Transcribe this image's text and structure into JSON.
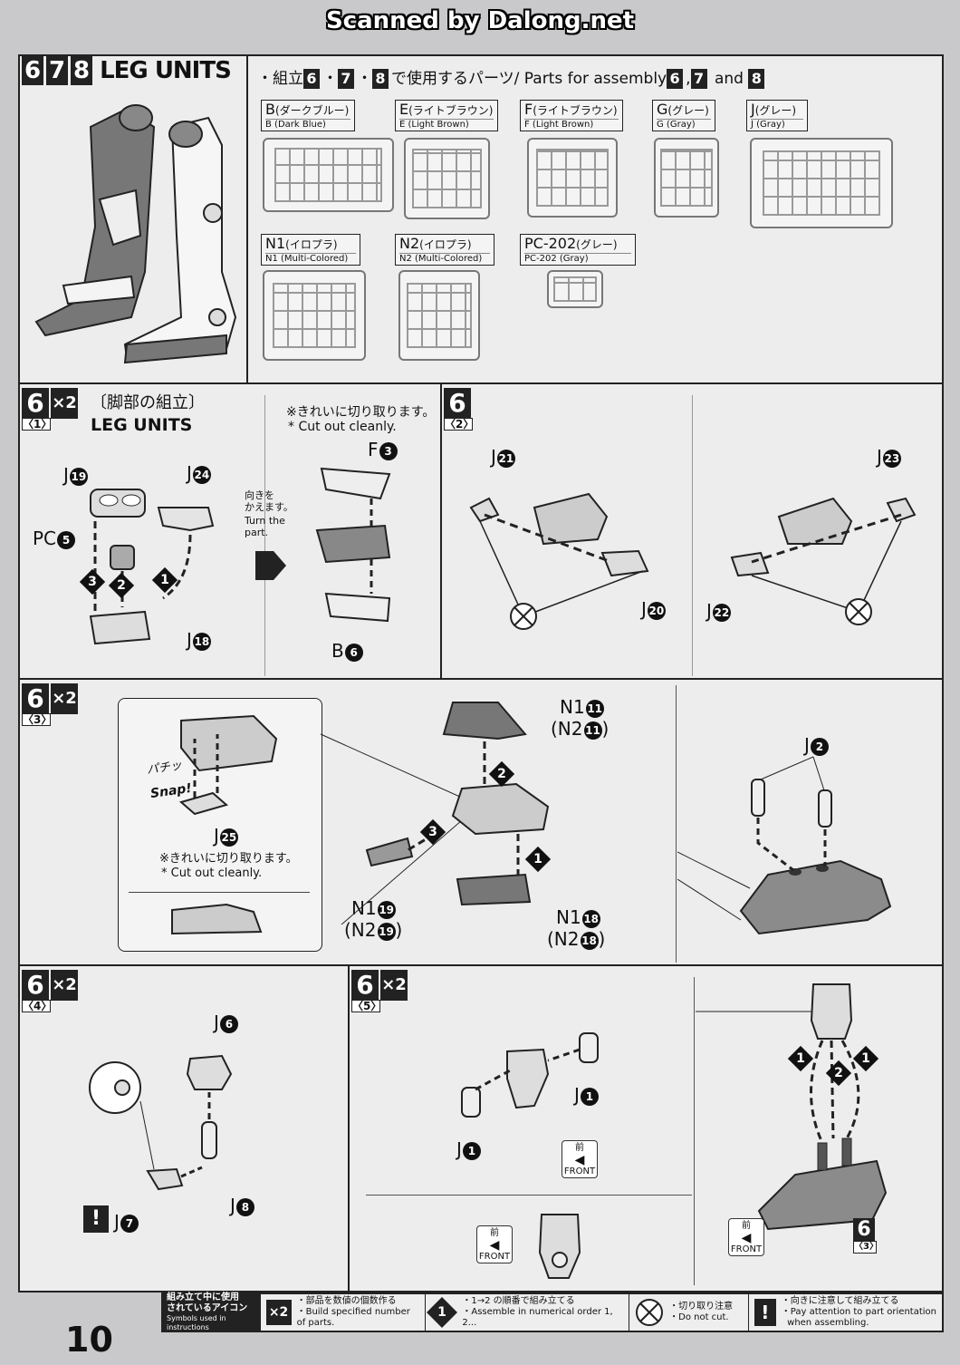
{
  "banner": "Scanned by Dalong.net",
  "header": {
    "steps": [
      "6",
      "7",
      "8"
    ],
    "title": "LEG UNITS",
    "parts_jp_prefix": "・組立",
    "parts_jp_mid": "で使用するパーツ/ Parts for assembly",
    "parts_and": "and",
    "sep_dot": "・",
    "sep_comma": ","
  },
  "runners": [
    {
      "code": "B",
      "jp": "(ダークブルー)",
      "en": "B (Dark Blue)"
    },
    {
      "code": "E",
      "jp": "(ライトブラウン)",
      "en": "E (Light Brown)"
    },
    {
      "code": "F",
      "jp": "(ライトブラウン)",
      "en": "F (Light Brown)"
    },
    {
      "code": "G",
      "jp": "(グレー)",
      "en": "G (Gray)"
    },
    {
      "code": "J",
      "jp": "(グレー)",
      "en": "J (Gray)"
    },
    {
      "code": "N1",
      "jp": "(イロプラ)",
      "en": "N1 (Multi-Colored)"
    },
    {
      "code": "N2",
      "jp": "(イロプラ)",
      "en": "N2 (Multi-Colored)"
    },
    {
      "code": "PC-202",
      "jp": "(グレー)",
      "en": "PC-202 (Gray)"
    }
  ],
  "step1": {
    "num": "6",
    "sub": "〈1〉",
    "mult": "×2",
    "jp_title": "〔脚部の組立〕",
    "en_title": "LEG UNITS",
    "labels": {
      "j19": "J",
      "j24": "J",
      "pc5": "PC",
      "j18": "J",
      "f3": "F",
      "b6": "B"
    },
    "nums": {
      "j19": "19",
      "j24": "24",
      "pc5": "5",
      "j18": "18",
      "f3": "3",
      "b6": "6"
    },
    "order": [
      "3",
      "2",
      "1"
    ],
    "turn_jp": "向きを\nかえます。",
    "turn_en": "Turn the\npart.",
    "cut_jp": "※きれいに切り取ります。",
    "cut_en": "* Cut out cleanly."
  },
  "step2": {
    "num": "6",
    "sub": "〈2〉",
    "labels": {
      "j21": "J",
      "j20": "J",
      "j23": "J",
      "j22": "J"
    },
    "nums": {
      "j21": "21",
      "j20": "20",
      "j23": "23",
      "j22": "22"
    }
  },
  "step3": {
    "num": "6",
    "sub": "〈3〉",
    "mult": "×2",
    "snap_jp": "パチッ",
    "snap_en": "Snap!",
    "j25": "J",
    "j25n": "25",
    "cut_jp": "※きれいに切り取ります。",
    "cut_en": "* Cut out cleanly.",
    "n1_11": "N1",
    "n1_11n": "11",
    "n2_11": "(N2",
    "n2_11n": "11",
    "close": ")",
    "n1_19": "N1",
    "n1_19n": "19",
    "n2_19": "(N2",
    "n2_19n": "19",
    "n1_18": "N1",
    "n1_18n": "18",
    "n2_18": "(N2",
    "n2_18n": "18",
    "j2": "J",
    "j2n": "2",
    "order": [
      "2",
      "3",
      "1"
    ]
  },
  "step4": {
    "num": "6",
    "sub": "〈4〉",
    "mult": "×2",
    "j6": "J",
    "j6n": "6",
    "j7": "J",
    "j7n": "7",
    "j8": "J",
    "j8n": "8",
    "warn": "!"
  },
  "step5": {
    "num": "6",
    "sub": "〈5〉",
    "mult": "×2",
    "j1a": "J",
    "j1an": "1",
    "j1b": "J",
    "j1bn": "1",
    "front_jp": "前",
    "front_en": "FRONT",
    "order": [
      "1",
      "2",
      "1"
    ],
    "ref_num": "6",
    "ref_sub": "〈3〉"
  },
  "legend": {
    "title_jp": "組み立て中に使用\nされているアイコン",
    "title_en": "Symbols used in instructions",
    "x2_icon": "×2",
    "x2_jp": "・部品を数値の個数作る",
    "x2_en": "・Build specified number of parts.",
    "order_icon": "1",
    "order_jp": "・1→2 の順番で組み立てる",
    "order_en": "・Assemble in numerical order 1, 2...",
    "nocut_jp": "・切り取り注意",
    "nocut_en": "・Do not cut.",
    "warn_icon": "!",
    "warn_jp": "・向きに注意して組み立てる",
    "warn_en": "・Pay attention to part orientation\n  when assembling."
  },
  "page_number": "10",
  "colors": {
    "ink": "#111111",
    "paper": "#ededee",
    "gray_part": "#8b8b8b"
  }
}
